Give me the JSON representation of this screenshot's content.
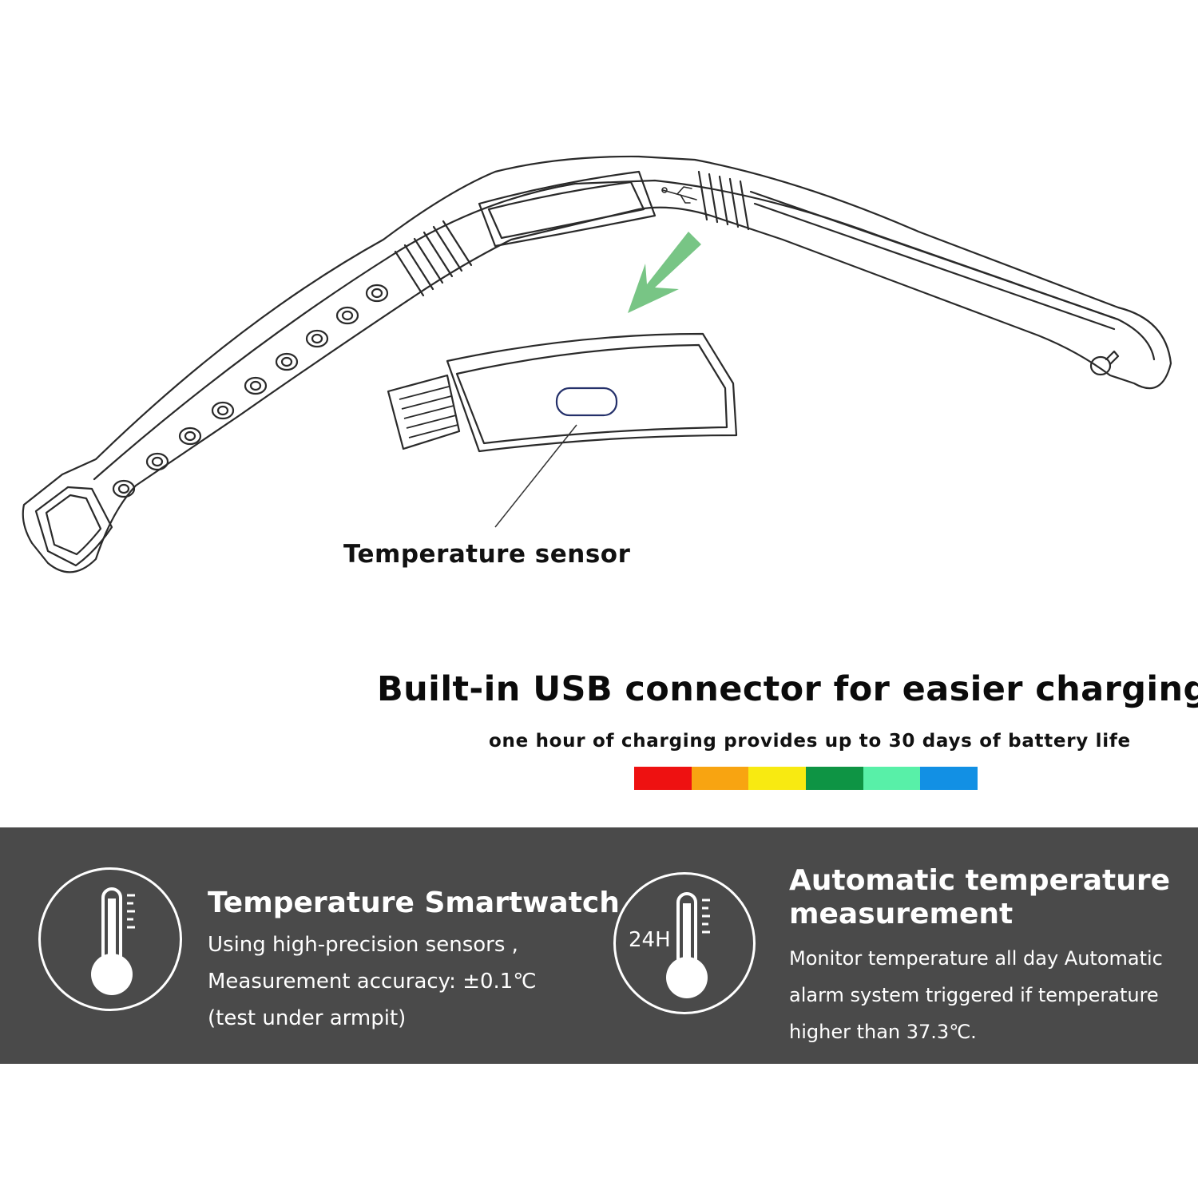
{
  "diagram": {
    "sensor_label": "Temperature sensor",
    "arrow_color": "#78c585"
  },
  "headline": "Built-in USB connector for easier charging",
  "subline": "one hour of charging provides up to 30 days of battery life",
  "color_strip": [
    "#ee1111",
    "#f8a411",
    "#f8ea11",
    "#0e9444",
    "#58f0a8",
    "#1290e4"
  ],
  "banner": {
    "background": "#4a4a4a",
    "feature1": {
      "icon": "thermometer-icon",
      "title": "Temperature Smartwatch",
      "lines": [
        "Using high-precision sensors ,",
        "Measurement accuracy: ±0.1℃",
        "(test under armpit)"
      ]
    },
    "feature2": {
      "icon": "thermometer-24h-icon",
      "icon_label": "24H",
      "title_lines": [
        "Automatic temperature",
        "measurement"
      ],
      "lines": [
        "Monitor temperature all day  Automatic",
        "alarm system triggered if temperature",
        "higher than 37.3℃."
      ]
    }
  }
}
